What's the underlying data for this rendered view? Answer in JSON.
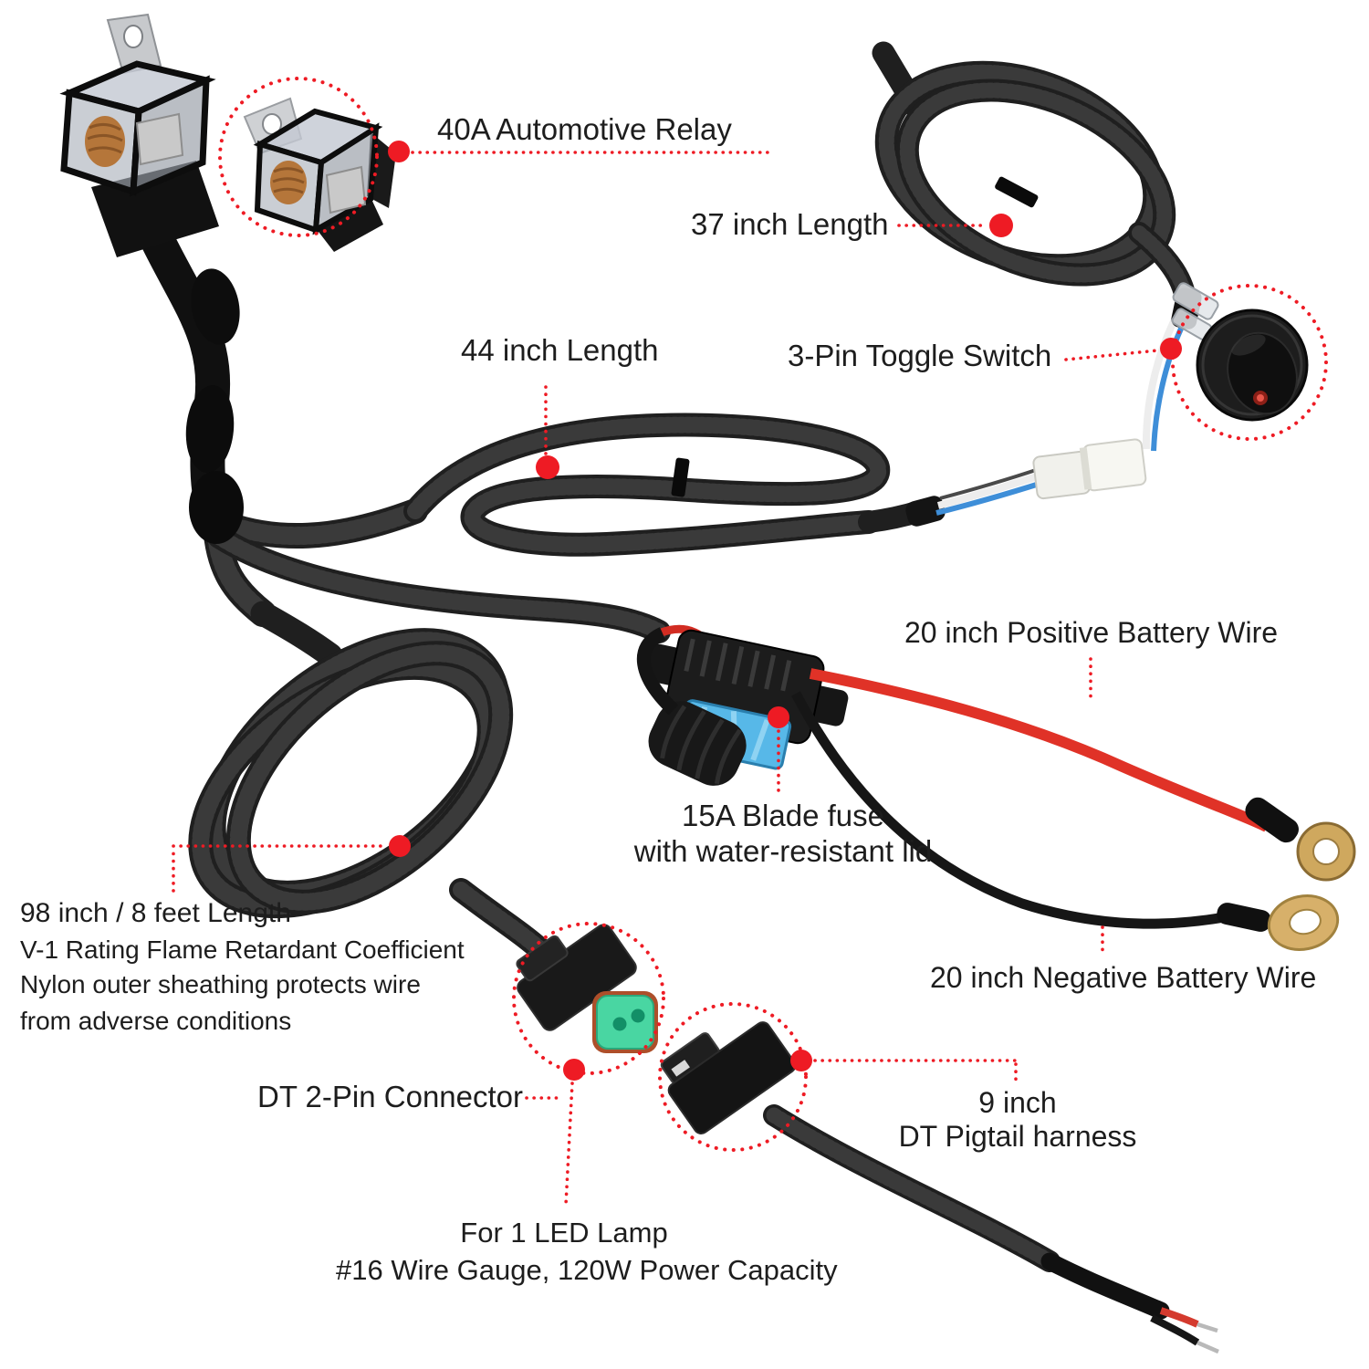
{
  "colors": {
    "accent_red": "#ee1b24",
    "text": "#1d1d1d",
    "connector_teal": "#49d6a2",
    "fuse_blue": "#57b8e8",
    "positive_wire_red": "#e03227",
    "ring_terminal_gold": "#d2ab67"
  },
  "callouts": {
    "relay": "40A Automotive Relay",
    "wire_37": "37 inch Length",
    "wire_44": "44 inch Length",
    "toggle_switch": "3-Pin Toggle Switch",
    "positive_wire": "20 inch Positive Battery Wire",
    "fuse_line1": "15A Blade fuse",
    "fuse_line2": "with water-resistant lid",
    "main_wire_line1": "98 inch / 8 feet Length",
    "main_wire_line2": "V-1 Rating Flame Retardant Coefficient",
    "main_wire_line3": "Nylon outer sheathing protects wire",
    "main_wire_line4": "from adverse conditions",
    "negative_wire": "20 inch Negative Battery Wire",
    "dt_connector": "DT 2-Pin Connector",
    "pigtail_line1": "9 inch",
    "pigtail_line2": "DT Pigtail harness",
    "led_line1": "For 1 LED Lamp",
    "led_line2": "#16 Wire Gauge, 120W Power Capacity"
  }
}
